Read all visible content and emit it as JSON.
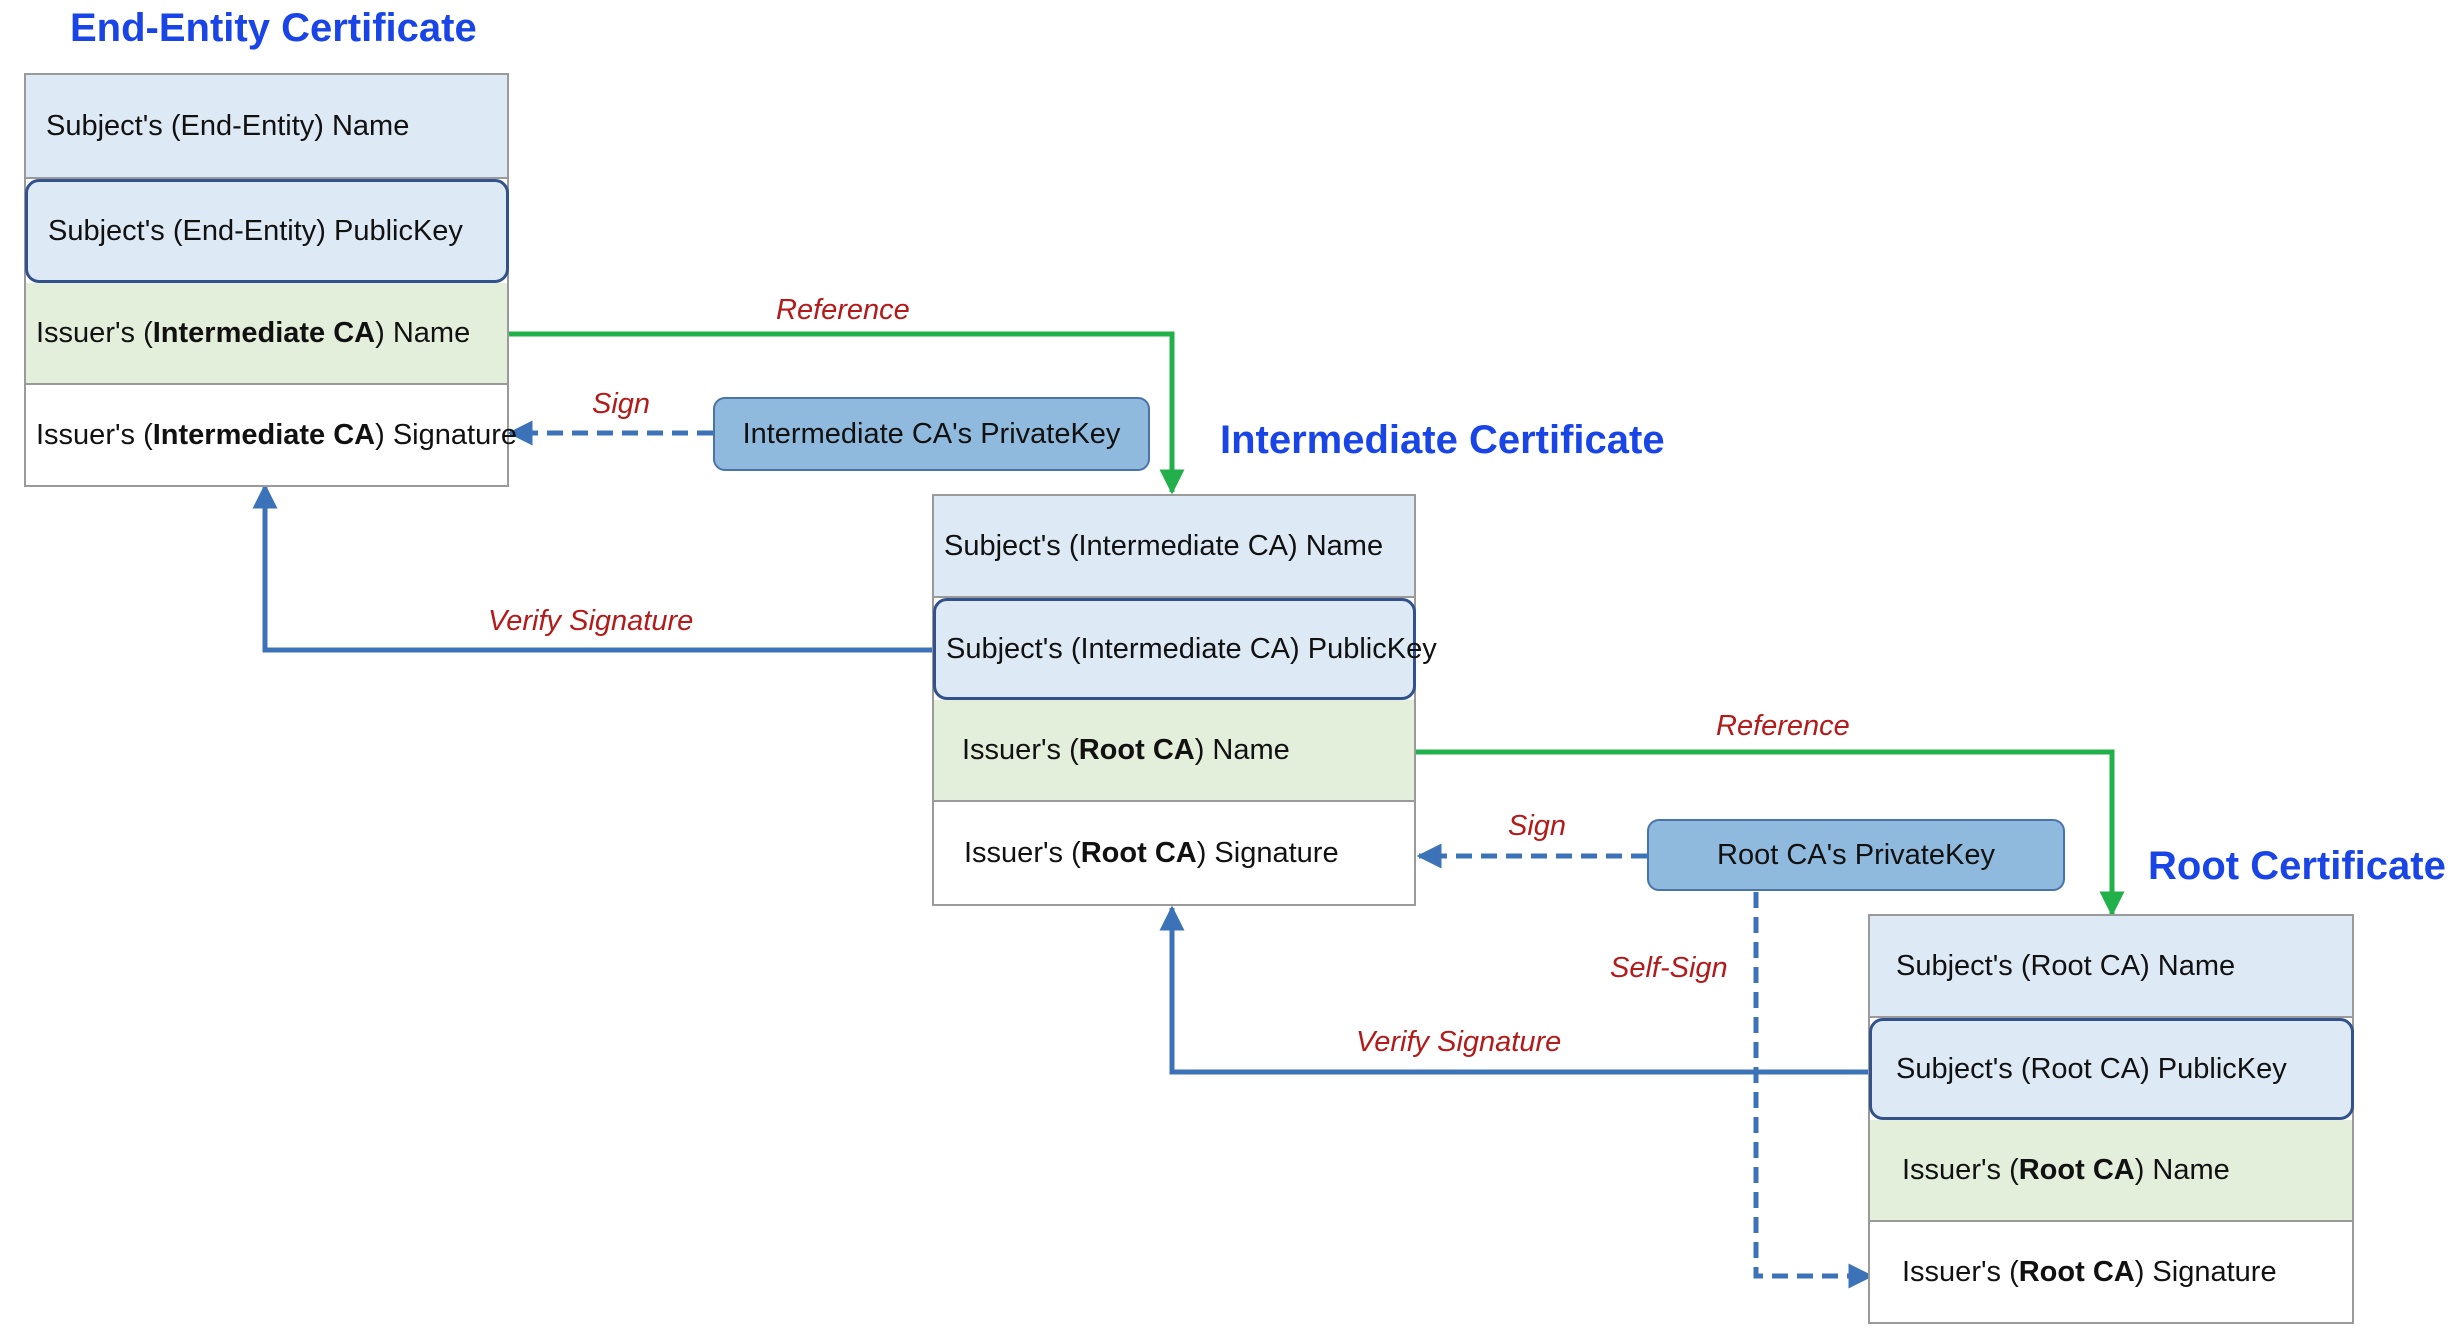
{
  "titles": {
    "end_entity": "End-Entity Certificate",
    "intermediate": "Intermediate Certificate",
    "root": "Root Certificate"
  },
  "end_entity": {
    "subject_name": "Subject's (End-Entity) Name",
    "subject_pubkey": "Subject's (End-Entity) PublicKey",
    "issuer_name_pre": "Issuer's (",
    "issuer_name_bold": "Intermediate CA",
    "issuer_name_post": ") Name",
    "issuer_sig_pre": "Issuer's (",
    "issuer_sig_bold": "Intermediate CA",
    "issuer_sig_post": ") Signature"
  },
  "intermediate": {
    "subject_name": "Subject's (Intermediate CA) Name",
    "subject_pubkey": "Subject's (Intermediate CA) PublicKey",
    "issuer_name_pre": "Issuer's (",
    "issuer_name_bold": "Root CA",
    "issuer_name_post": ") Name",
    "issuer_sig_pre": "Issuer's (",
    "issuer_sig_bold": "Root CA",
    "issuer_sig_post": ") Signature"
  },
  "root": {
    "subject_name": "Subject's (Root CA) Name",
    "subject_pubkey": "Subject's (Root CA) PublicKey",
    "issuer_name_pre": "Issuer's (",
    "issuer_name_bold": "Root CA",
    "issuer_name_post": ") Name",
    "issuer_sig_pre": "Issuer's (",
    "issuer_sig_bold": "Root CA",
    "issuer_sig_post": ") Signature"
  },
  "keys": {
    "intermediate_private": "Intermediate CA's PrivateKey",
    "root_private": "Root CA's PrivateKey"
  },
  "edge_labels": {
    "reference_1": "Reference",
    "sign_1": "Sign",
    "verify_1": "Verify Signature",
    "reference_2": "Reference",
    "sign_2": "Sign",
    "self_sign": "Self-Sign",
    "verify_2": "Verify Signature"
  },
  "colors": {
    "title": "#1a45e6",
    "reference_line": "#22b04b",
    "sign_line": "#3c73b8",
    "label": "#b31a1a"
  }
}
